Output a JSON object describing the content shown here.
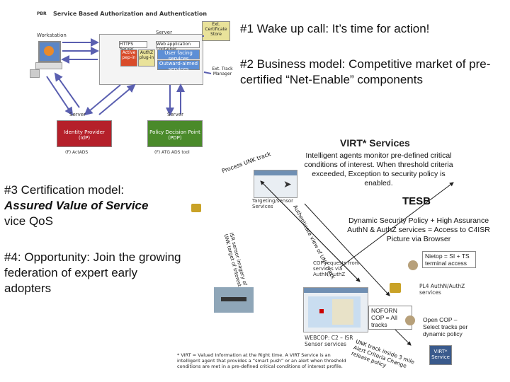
{
  "headlines": {
    "h1": "#1 Wake up call: It’s time for action!",
    "h2": "#2 Business model: Competitive market of pre-certified “Net-Enable” components",
    "h3_line1": "#3 Certification model:",
    "h3_line2": "Assured Value of Service",
    "h3_line3": "vice QoS",
    "h4": "#4: Opportunity: Join the growing federation of expert early adopters"
  },
  "sba": {
    "title": "Service Based Authorization and Authentication",
    "workstation": "Workstation",
    "server_top": "Server",
    "app_server": "HTTPS Server",
    "web_container": "Web application container",
    "active_pep": "Active pep-in",
    "authz_plugin": "AuthZ plug-in",
    "user_services": "User facing services",
    "outward_services": "Outward-aimed services",
    "security_token": "Ext. Certificate Store",
    "track_manager": "Ext. Track Manager",
    "idp": "Identity Provider (IdP)",
    "pdp": "Policy Decision Point (PDP)",
    "server_left": "Server",
    "server_right": "Server",
    "idp_foot": "(F) ActADS",
    "pdp_foot": "(F) ATG ADS tool"
  },
  "virt": {
    "title": "VIRT* Services",
    "intro": "Intelligent agents monitor pre-defined critical conditions of interest. When threshold criteria exceeded, Exception to security policy is enabled.",
    "tesb": "TESB",
    "policy": "Dynamic Security Policy + High Assurance AuthN & AuthZ services = Access to C4ISR Picture via Browser",
    "process_unk": "Process UNK track",
    "targeting": "Targeting/sensor Services",
    "authenticate": "Authenticate view of UNK track",
    "isr_sensor": "ISR sensor imagery of UNK target of interest",
    "cop_requests": "COP requests from services via AuthN/AuthZ",
    "webcop": "WEBCOP: C2 – ISR Sensor services",
    "unk_track": "UNK track inside 3 mile Alert Criteria Change release policy",
    "niprnet": "Nietop = SI + TS terminal access",
    "pl4": "PL4 AuthN/AuthZ services",
    "noforn": "NOFORN COP = All tracks",
    "open_cop": "Open COP – Select tracks per dynamic policy",
    "virt_service": "VIRT* Service",
    "footnote": "* VIRT = Valued Information at the Right time. A VIRT Service is an intelligent agent that provides a “smart push” or an alert when threshold conditions are met in a pre-defined critical conditions of interest profile."
  },
  "colors": {
    "red_box": "#b5202a",
    "green_box": "#4a8a2a",
    "gold_box": "#e9e29a",
    "blue_box": "#3a5a8c",
    "arrow": "#5a5fb0"
  }
}
